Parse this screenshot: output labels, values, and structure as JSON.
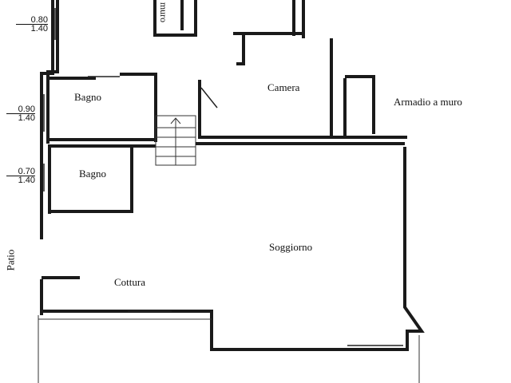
{
  "rooms": {
    "bagno_1": "Bagno",
    "bagno_2": "Bagno",
    "camera": "Camera",
    "armadio": "Armadio a muro",
    "soggiorno": "Soggiorno",
    "cottura": "Cottura",
    "patio": "Patio",
    "muro_top": "muro"
  },
  "windows": [
    {
      "width": "0.80",
      "height": "1.40"
    },
    {
      "width": "0.90",
      "height": "1.40"
    },
    {
      "width": "0.70",
      "height": "1.40"
    }
  ]
}
